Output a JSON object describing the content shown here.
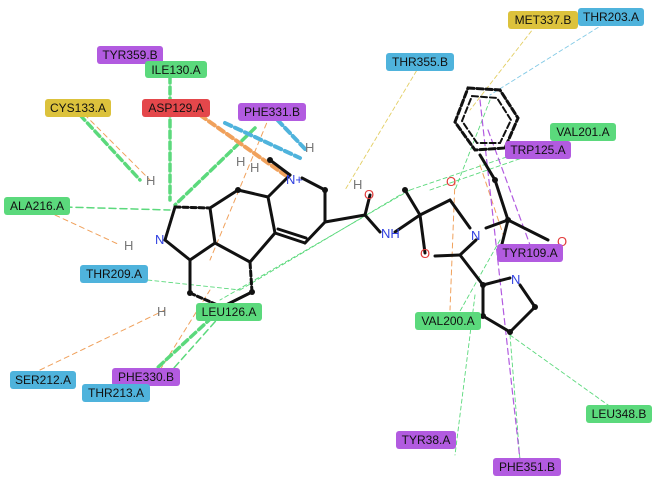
{
  "colors": {
    "green": "#5bd97c",
    "purple": "#b25be0",
    "blue": "#4fb3dc",
    "yellow": "#dcc23c",
    "red": "#e4474b",
    "orange": "#f0a15c",
    "bond": "#111111",
    "nitrogen": "#2f3fe0",
    "oxygen": "#e23b3b",
    "hydrogen": "#777777"
  },
  "residues": {
    "tyr359b": "TYR359.B",
    "ile130a": "ILE130.A",
    "cys133a": "CYS133.A",
    "asp129a": "ASP129.A",
    "phe331b": "PHE331.B",
    "ala216a": "ALA216.A",
    "thr209a": "THR209.A",
    "leu126a": "LEU126.A",
    "ser212a": "SER212.A",
    "phe330b": "PHE330.B",
    "thr213a": "THR213.A",
    "thr355b": "THR355.B",
    "met337b": "MET337.B",
    "thr203a": "THR203.A",
    "val201a": "VAL201.A",
    "trp125a": "TRP125.A",
    "tyr109a": "TYR109.A",
    "val200a": "VAL200.A",
    "leu348b": "LEU348.B",
    "tyr38a": "TYR38.A",
    "phe351b": "PHE351.B"
  },
  "atoms": {
    "h": "H",
    "n": "N",
    "nplus": "N+",
    "o": "O",
    "nh": "NH"
  }
}
